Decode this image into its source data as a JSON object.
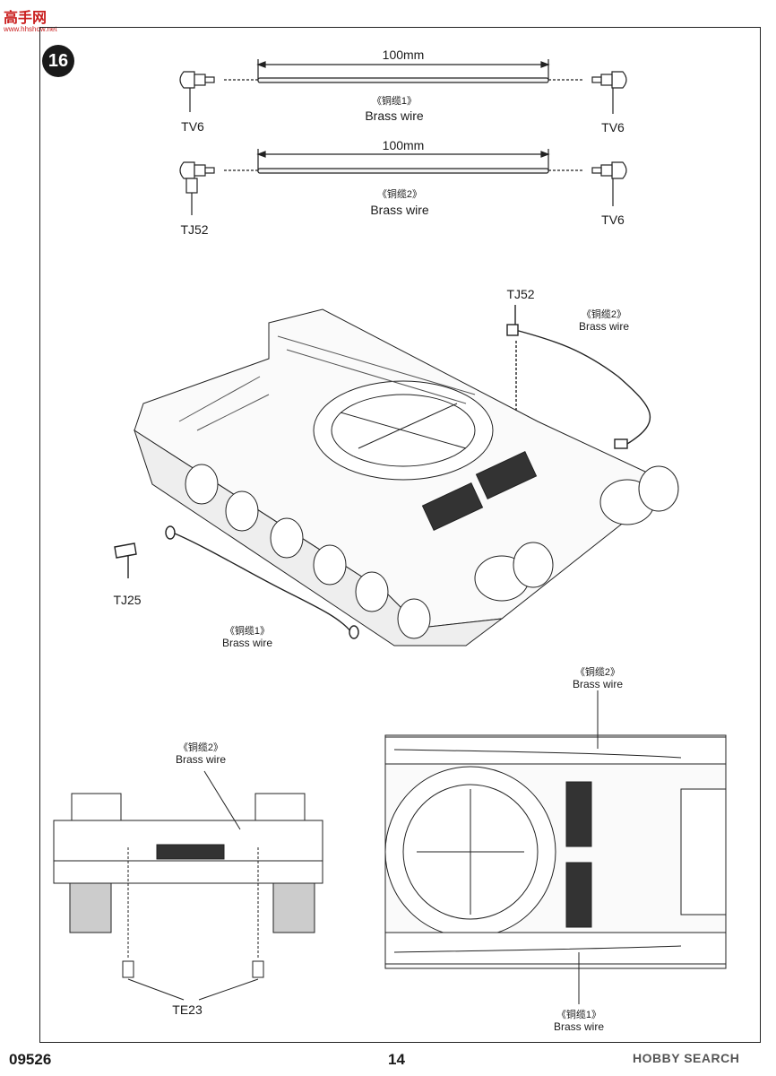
{
  "site_logo": {
    "text": "高手网",
    "sub": "www.hhshow.net"
  },
  "step_number": "16",
  "top_wires": [
    {
      "length": "100mm",
      "cn": "《铜缆1》",
      "en": "Brass wire",
      "left_part": "TV6",
      "right_part": "TV6"
    },
    {
      "length": "100mm",
      "cn": "《铜缆2》",
      "en": "Brass wire",
      "left_part": "TJ52",
      "right_part": "TV6"
    }
  ],
  "main_view": {
    "tj52_label": "TJ52",
    "wire2_cn": "《铜缆2》",
    "wire2_en": "Brass wire",
    "tj25_label": "TJ25",
    "wire1_cn": "《铜缆1》",
    "wire1_en": "Brass wire"
  },
  "rear_view": {
    "wire_cn": "《铜缆2》",
    "wire_en": "Brass wire",
    "part": "TE23"
  },
  "top_view": {
    "top_cn": "《铜缆2》",
    "top_en": "Brass wire",
    "bottom_cn": "《铜缆1》",
    "bottom_en": "Brass wire"
  },
  "footer": {
    "code": "09526",
    "page": "14",
    "watermark": "HOBBY SEARCH"
  }
}
